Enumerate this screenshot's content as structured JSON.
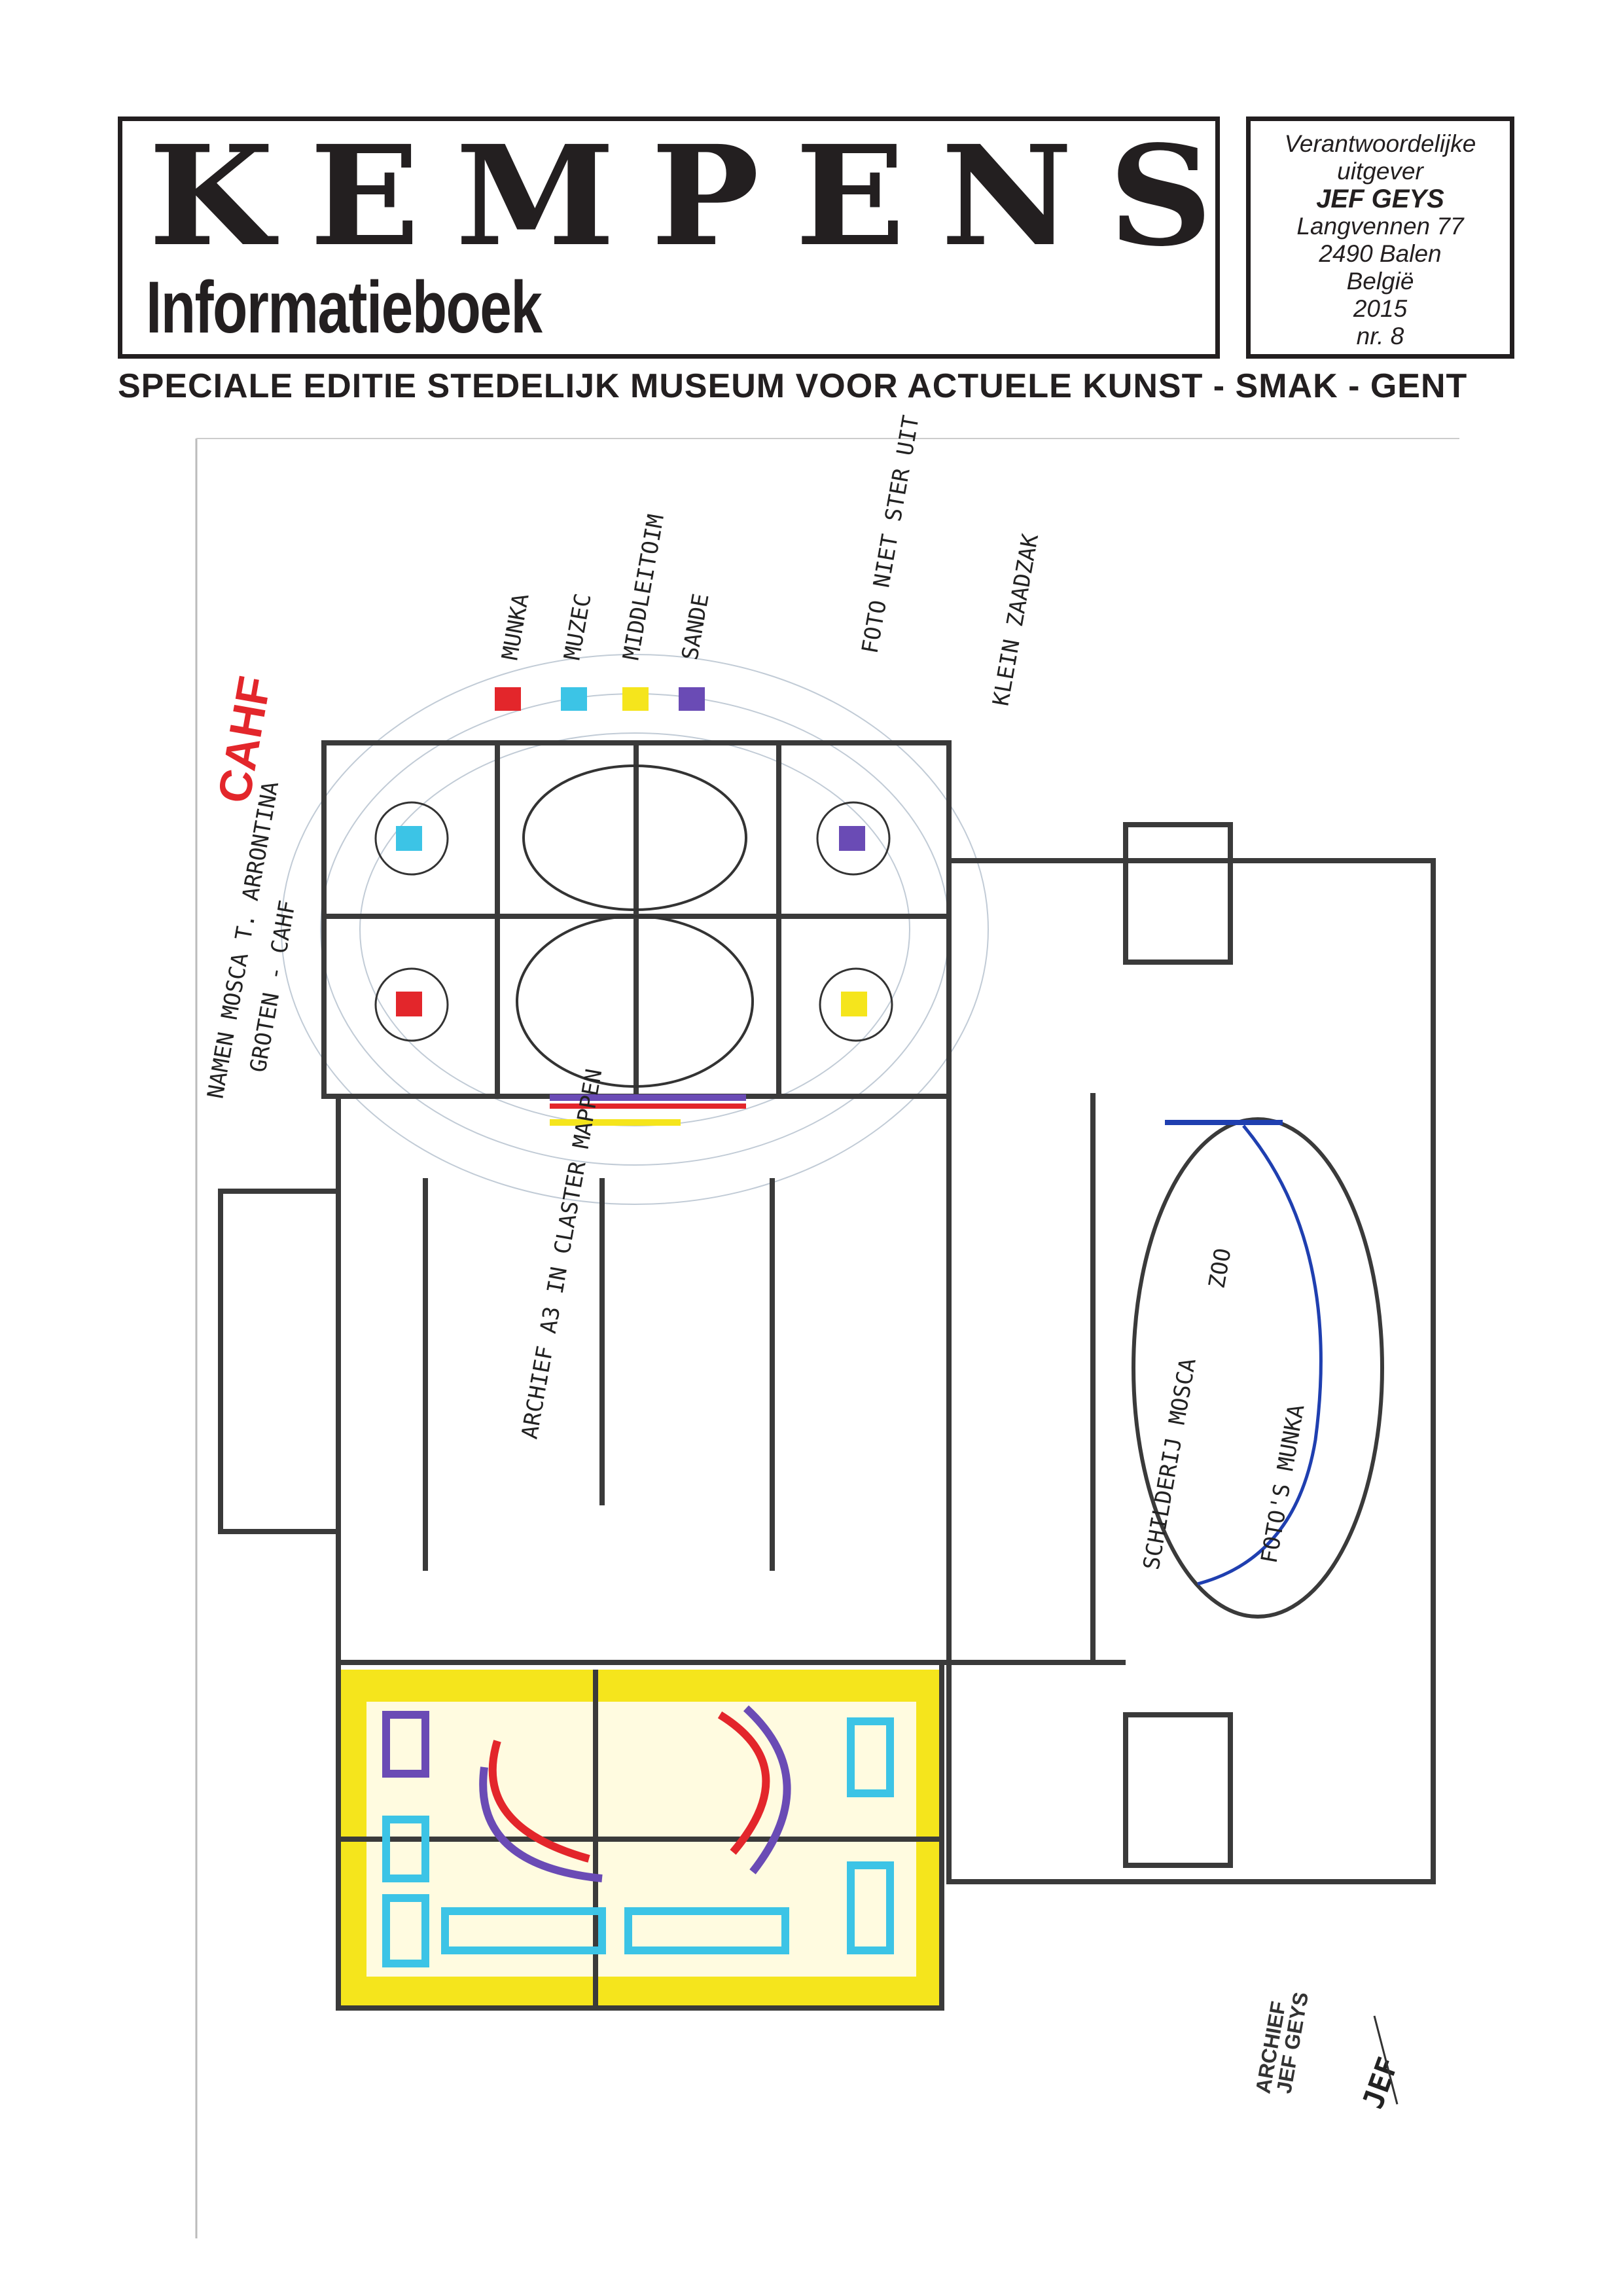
{
  "masthead": {
    "title": "KEMPENS",
    "subtitle": "Informatieboek"
  },
  "publisher": {
    "role_line1": "Verantwoordelijke",
    "role_line2": "uitgever",
    "name": "JEF GEYS",
    "street": "Langvennen 77",
    "city": "2490 Balen",
    "country": "België",
    "year": "2015",
    "issue": "nr. 8"
  },
  "edition": "SPECIALE EDITIE STEDELIJK MUSEUM VOOR ACTUELE KUNST - SMAK - GENT",
  "plan": {
    "notes": {
      "names": "NAMEN MOSCA T. ARRONTINA",
      "groten": "GROTEN - CAHF",
      "cahf": "CAHF",
      "munka": "MUNKA",
      "muzec": "MUZEC",
      "middle": "MIDDLEITOIM",
      "sande": "SANDE",
      "foto": "FOTO NIET STER UIT",
      "archief_note": "ARCHIEF A3 IN CLASTER MAPPEN",
      "klein": "KLEIN ZAADZAK",
      "zoo": "ZOO",
      "foto_munka": "FOTO'S MUNKA",
      "schilderij": "SCHILDERIJ MOSCA"
    },
    "archive_stamp_line1": "ARCHIEF",
    "archive_stamp_line2": "JEF GEYS",
    "signature": "JEF",
    "colors": {
      "red": "#e3262b",
      "cyan": "#3cc4e6",
      "yellow": "#f5e51c",
      "purple": "#6a4bb5",
      "blue": "#1f3fb0",
      "wall": "#3a3a3a"
    }
  }
}
